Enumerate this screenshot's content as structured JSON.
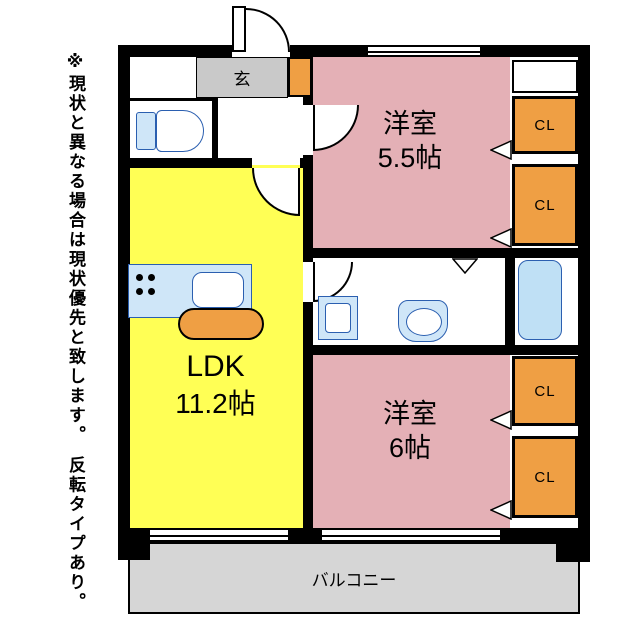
{
  "disclaimer": "※現状と異なる場合は現状優先と致します。　反転タイプあり。",
  "genkan": {
    "label": "玄"
  },
  "bedroom_55": {
    "name": "洋室",
    "size": "5.5帖"
  },
  "bedroom_6": {
    "name": "洋室",
    "size": "6帖"
  },
  "ldk": {
    "name": "LDK",
    "size": "11.2帖"
  },
  "balcony": {
    "label": "バルコニー"
  },
  "closets": [
    {
      "label": "CL"
    },
    {
      "label": "CL"
    },
    {
      "label": "CL"
    },
    {
      "label": "CL"
    }
  ],
  "colors": {
    "room_pink": "#e4b0b6",
    "ldk_yellow": "#ffff55",
    "closet_orange": "#ef9f44",
    "genkan_gray": "#c9c9c9",
    "balcony_gray": "#d6d6d6",
    "fixture_blue": "#cfe6f8",
    "bathtub_blue": "#bfe0f5",
    "wall_black": "#000000"
  }
}
